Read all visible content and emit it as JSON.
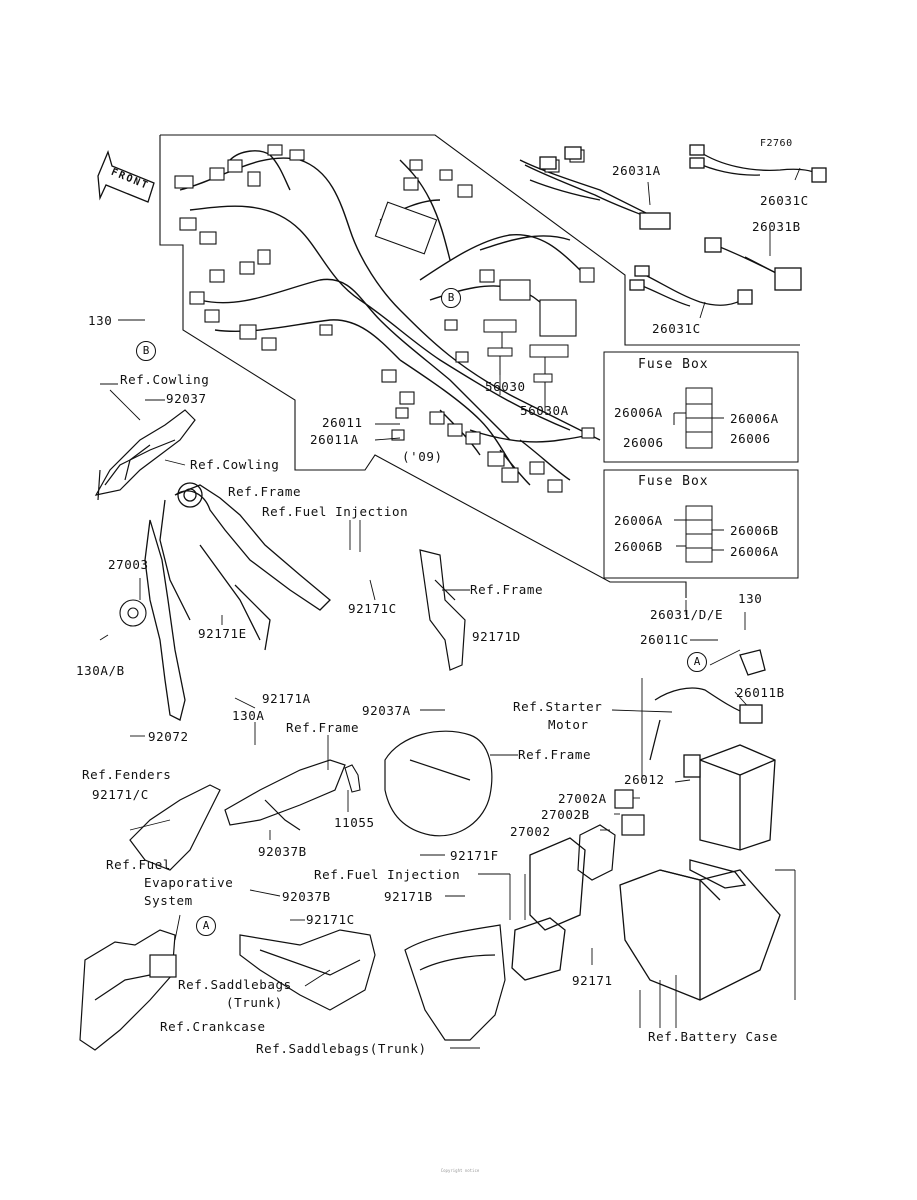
{
  "figure_code": "F2760",
  "front_marker": "FRONT",
  "callouts": {
    "b_top": "B",
    "b_left": "B",
    "a_mid": "A",
    "a_left": "A"
  },
  "fuse_box_1": {
    "title": "Fuse Box",
    "labels": [
      "26006A",
      "26006",
      "26006A",
      "26006"
    ]
  },
  "fuse_box_2": {
    "title": "Fuse Box",
    "labels": [
      "26006A",
      "26006B",
      "26006B",
      "26006A"
    ]
  },
  "parts": {
    "p26031A": "26031A",
    "p26031C_top": "26031C",
    "p26031B": "26031B",
    "p26031C_bot": "26031C",
    "p130_top": "130",
    "ref_cowling_1": "Ref.Cowling",
    "p92037": "92037",
    "ref_cowling_2": "Ref.Cowling",
    "p26011": "26011",
    "p26011A": "26011A",
    "p09": "('09)",
    "p56030": "56030",
    "p56030A": "56030A",
    "ref_frame_1": "Ref.Frame",
    "ref_fuel_inj_1": "Ref.Fuel Injection",
    "p27003": "27003",
    "p92171C_1": "92171C",
    "ref_frame_2": "Ref.Frame",
    "p92171D": "92171D",
    "p130AB": "130A/B",
    "p92171E": "92171E",
    "p26031DE": "26031/D/E",
    "p130_right": "130",
    "p26011C": "26011C",
    "p26011B": "26011B",
    "p92171A": "92171A",
    "p130A": "130A",
    "p92037A": "92037A",
    "ref_starter": "Ref.Starter",
    "motor": "Motor",
    "ref_frame_3": "Ref.Frame",
    "ref_frame_4": "Ref.Frame",
    "p92072": "92072",
    "ref_fenders": "Ref.Fenders",
    "p92171C_slash": "92171/C",
    "p11055": "11055",
    "p26012": "26012",
    "p27002A": "27002A",
    "p27002B": "27002B",
    "p27002": "27002",
    "ref_fuel": "Ref.Fuel",
    "evaporative": "Evaporative",
    "system": "System",
    "p92037B_1": "92037B",
    "p92171F": "92171F",
    "ref_fuel_inj_2": "Ref.Fuel Injection",
    "p92037B_2": "92037B",
    "p92171B": "92171B",
    "p92171C_2": "92171C",
    "p92171": "92171",
    "ref_saddlebags_1": "Ref.Saddlebags",
    "trunk_1": "(Trunk)",
    "ref_crankcase": "Ref.Crankcase",
    "ref_battery_case": "Ref.Battery Case",
    "ref_saddlebags_2": "Ref.Saddlebags(Trunk)"
  },
  "footer_text": "Copyright notice"
}
